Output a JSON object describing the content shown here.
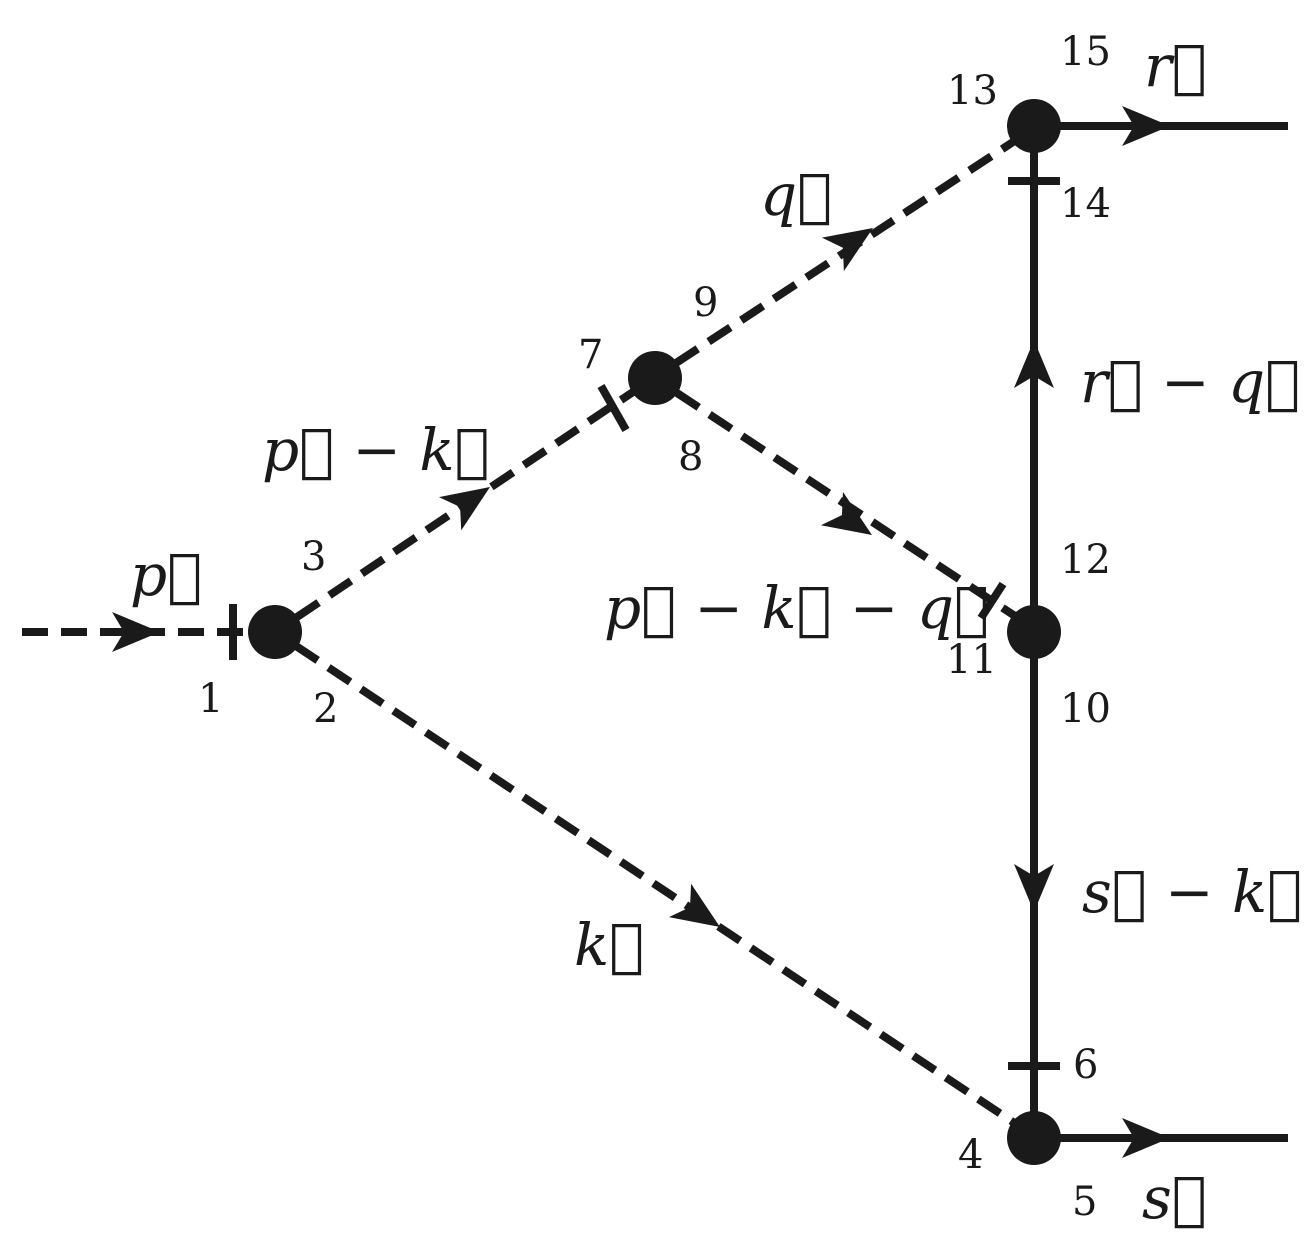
{
  "index_labels": {
    "n1": "1",
    "n2": "2",
    "n3": "3",
    "n4": "4",
    "n5": "5",
    "n6": "6",
    "n7": "7",
    "n8": "8",
    "n9": "9",
    "n10": "10",
    "n11": "11",
    "n12": "12",
    "n13": "13",
    "n14": "14",
    "n15": "15"
  },
  "momentum_labels": {
    "p": "p⃗",
    "p_minus_k": "p⃗ − k⃗",
    "q": "q⃗",
    "r_minus_q": "r⃗ − q⃗",
    "p_minus_k_minus_q": "p⃗ − k⃗ − q⃗",
    "k": "k⃗",
    "s_minus_k": "s⃗ − k⃗",
    "r": "r⃗",
    "s": "s⃗"
  }
}
